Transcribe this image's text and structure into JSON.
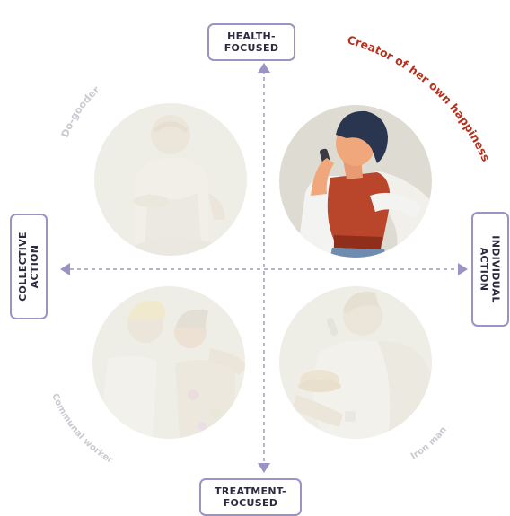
{
  "axes": {
    "top_line1": "HEALTH-",
    "top_line2": "FOCUSED",
    "bottom_line1": "TREATMENT-",
    "bottom_line2": "FOCUSED",
    "left_line1": "COLLECTIVE",
    "left_line2": "ACTION",
    "right_line1": "INDIVIDUAL",
    "right_line2": "ACTION"
  },
  "quadrants": {
    "top_left": "Do-gooder",
    "top_right": "Creator of her own happiness",
    "bottom_left": "Communal worker",
    "bottom_right": "Iron man"
  },
  "colors": {
    "axis_box_border": "#9a93c4",
    "axis_line": "#9a93c4",
    "highlight_label": "#b5321e",
    "faded_label": "#c9cbd2",
    "faded_circle": "#eeeee6",
    "active_circle": "#dedbd2"
  },
  "icons": [
    "arrow-up-icon",
    "arrow-down-icon",
    "arrow-left-icon",
    "arrow-right-icon"
  ]
}
